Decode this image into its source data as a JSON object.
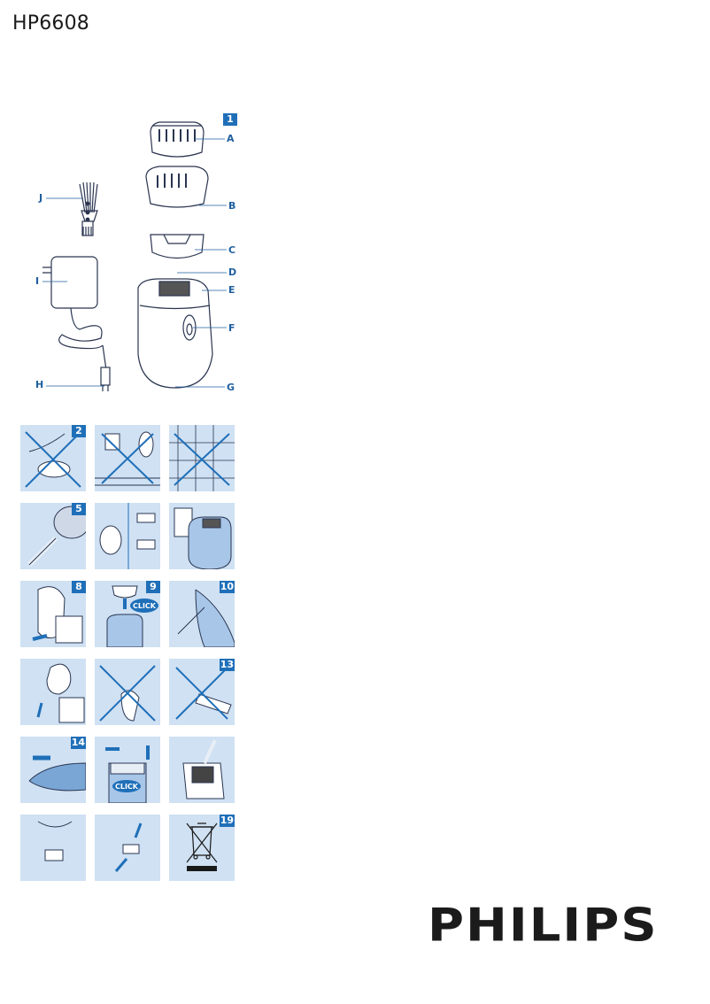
{
  "header": {
    "model": "HP6608"
  },
  "overview": {
    "badge": "1",
    "labels": {
      "A": "A",
      "B": "B",
      "C": "C",
      "D": "D",
      "E": "E",
      "F": "F",
      "G": "G",
      "H": "H",
      "I": "I",
      "J": "J"
    }
  },
  "steps": [
    {
      "num": "2"
    },
    {
      "num": ""
    },
    {
      "num": ""
    },
    {
      "num": "5"
    },
    {
      "num": ""
    },
    {
      "num": ""
    },
    {
      "num": "8"
    },
    {
      "num": "9"
    },
    {
      "num": "10"
    },
    {
      "num": ""
    },
    {
      "num": ""
    },
    {
      "num": "13"
    },
    {
      "num": "14"
    },
    {
      "num": ""
    },
    {
      "num": ""
    },
    {
      "num": ""
    },
    {
      "num": ""
    },
    {
      "num": "19"
    }
  ],
  "click_text": "CLICK",
  "brand": {
    "logo": "PHILIPS"
  },
  "colors": {
    "accent": "#1f6fb8",
    "tile_bg": "#cfe1f3",
    "line": "#2a3550"
  }
}
